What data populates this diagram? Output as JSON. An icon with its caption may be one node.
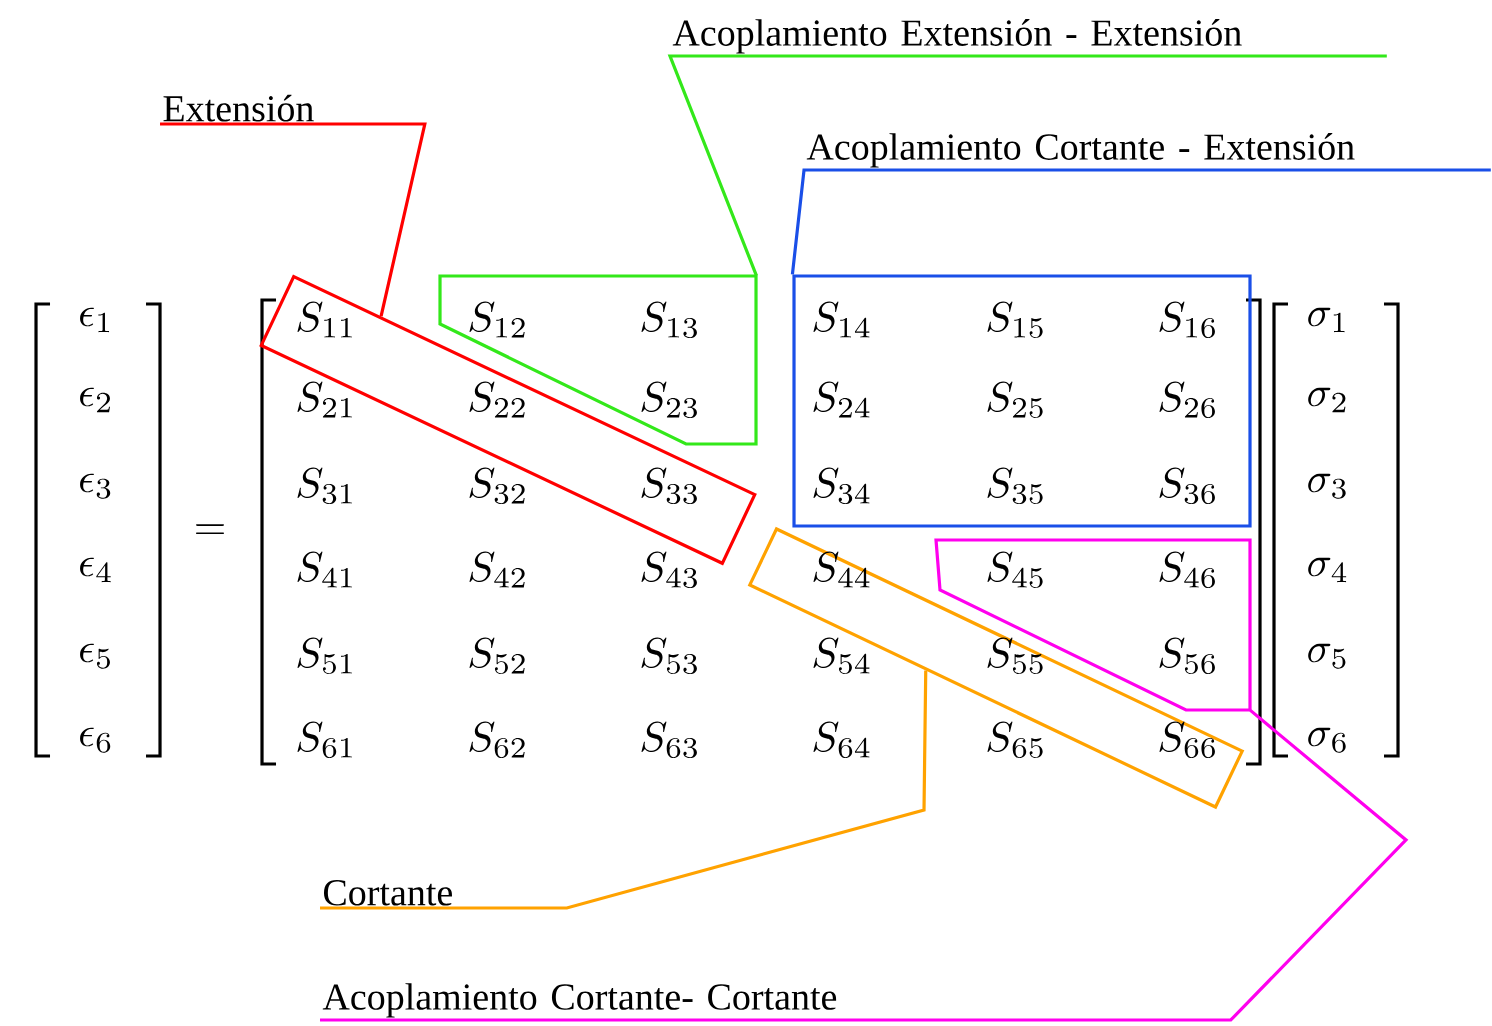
{
  "diagram": {
    "nodes": [
      {
        "text": [
          "Extensión"
        ]
      },
      {
        "text": [],
        "shape": "box"
      },
      {
        "text": [
          "Acoplamiento Extensión - Extensión"
        ]
      },
      {
        "text": [],
        "shape": "box"
      },
      {
        "text": [
          "Acoplamiento Cortante - Extensión"
        ]
      },
      {
        "text": [],
        "shape": "box"
      },
      {
        "text": [
          "Cortante"
        ]
      },
      {
        "text": [],
        "shape": "box"
      },
      {
        "text": [
          "Acoplamiento Cortante- Cortante"
        ]
      },
      {
        "text": [],
        "shape": "box"
      }
    ],
    "edges": [
      {
        "from": 0,
        "to": 1,
        "arrow": "none",
        "color": "#ff0000"
      },
      {
        "from": 2,
        "to": 3,
        "arrow": "none",
        "color": "#33e81a"
      },
      {
        "from": 4,
        "to": 5,
        "arrow": "none",
        "color": "#1a4fe8"
      },
      {
        "from": 6,
        "to": 7,
        "arrow": "none",
        "color": "#ffa200"
      },
      {
        "from": 8,
        "to": 9,
        "arrow": "none",
        "color": "#ff00ee"
      }
    ],
    "labels": [
      "\\epsilon_{1}",
      "S_{11}",
      "S_{12}",
      "S_{13}",
      "S_{14}",
      "S_{15}",
      "S_{16}",
      "\\sigma_{1}",
      "\\epsilon_{2}",
      "S_{21}",
      "S_{22}",
      "S_{23}",
      "S_{24}",
      "S_{25}",
      "S_{26}",
      "\\sigma_{2}",
      "\\epsilon_{3}",
      "S_{31}",
      "S_{32}",
      "S_{33}",
      "S_{34}",
      "S_{35}",
      "S_{36}",
      "\\sigma_{3}",
      "=",
      "\\epsilon_{4}",
      "S_{41}",
      "S_{42}",
      "S_{43}",
      "S_{44}",
      "S_{45}",
      "S_{46}",
      "\\sigma_{4}",
      "\\epsilon_{5}",
      "S_{51}",
      "S_{52}",
      "S_{53}",
      "S_{54}",
      "S_{55}",
      "S_{56}",
      "\\sigma_{5}",
      "\\epsilon_{6}",
      "S_{61}",
      "S_{62}",
      "S_{63}",
      "S_{64}",
      "S_{65}",
      "S_{66}",
      "\\sigma_{6}"
    ]
  }
}
